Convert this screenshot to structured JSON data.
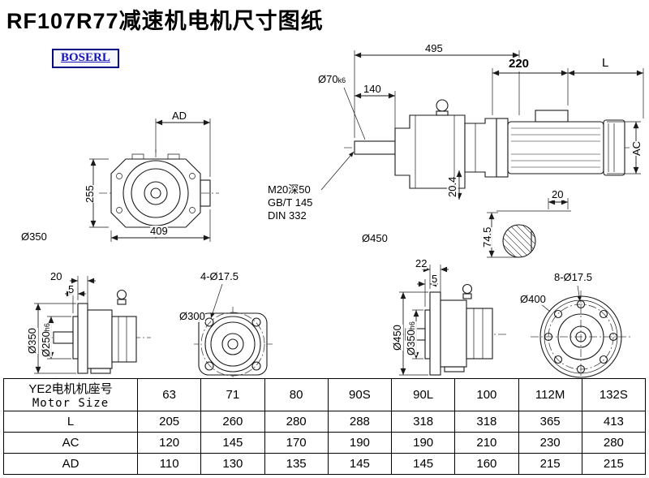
{
  "page": {
    "title": "RF107R77减速机电机尺寸图纸",
    "brand": "BOSERL"
  },
  "front_view": {
    "ad": "AD",
    "height": "255",
    "width": "409",
    "dia": "Ø350"
  },
  "side_view": {
    "len_total": "495",
    "len_shaft": "140",
    "shaft_dia": "Ø70",
    "shaft_tol": "k6",
    "len_220": "220",
    "len_motor": "L",
    "motor_dia": "AC",
    "tap_note": "M20深50",
    "std_gb": "GB/T 145",
    "std_din": "DIN 332",
    "flange_dia": "Ø450",
    "key_dim": "20.4",
    "key_width": "20",
    "shaft_flat": "74.5"
  },
  "flange300": {
    "th1": "20",
    "th2": "5",
    "od": "Ø350",
    "spigot": "Ø250",
    "spigot_tol": "h6",
    "holes": "4-Ø17.5",
    "pcd": "Ø300"
  },
  "flange400": {
    "th1": "22",
    "th2": "5",
    "od": "Ø450",
    "spigot": "Ø350",
    "spigot_tol": "h6",
    "holes": "8-Ø17.5",
    "pcd": "Ø400"
  },
  "table": {
    "header_cn": "YE2电机机座号",
    "header_en": "Motor Size",
    "sizes": [
      "63",
      "71",
      "80",
      "90S",
      "90L",
      "100",
      "112M",
      "132S"
    ],
    "rows": [
      {
        "label": "L",
        "values": [
          "205",
          "260",
          "280",
          "288",
          "318",
          "318",
          "365",
          "413"
        ]
      },
      {
        "label": "AC",
        "values": [
          "120",
          "145",
          "170",
          "190",
          "190",
          "210",
          "230",
          "280"
        ]
      },
      {
        "label": "AD",
        "values": [
          "110",
          "130",
          "135",
          "145",
          "145",
          "160",
          "215",
          "215"
        ]
      }
    ]
  }
}
